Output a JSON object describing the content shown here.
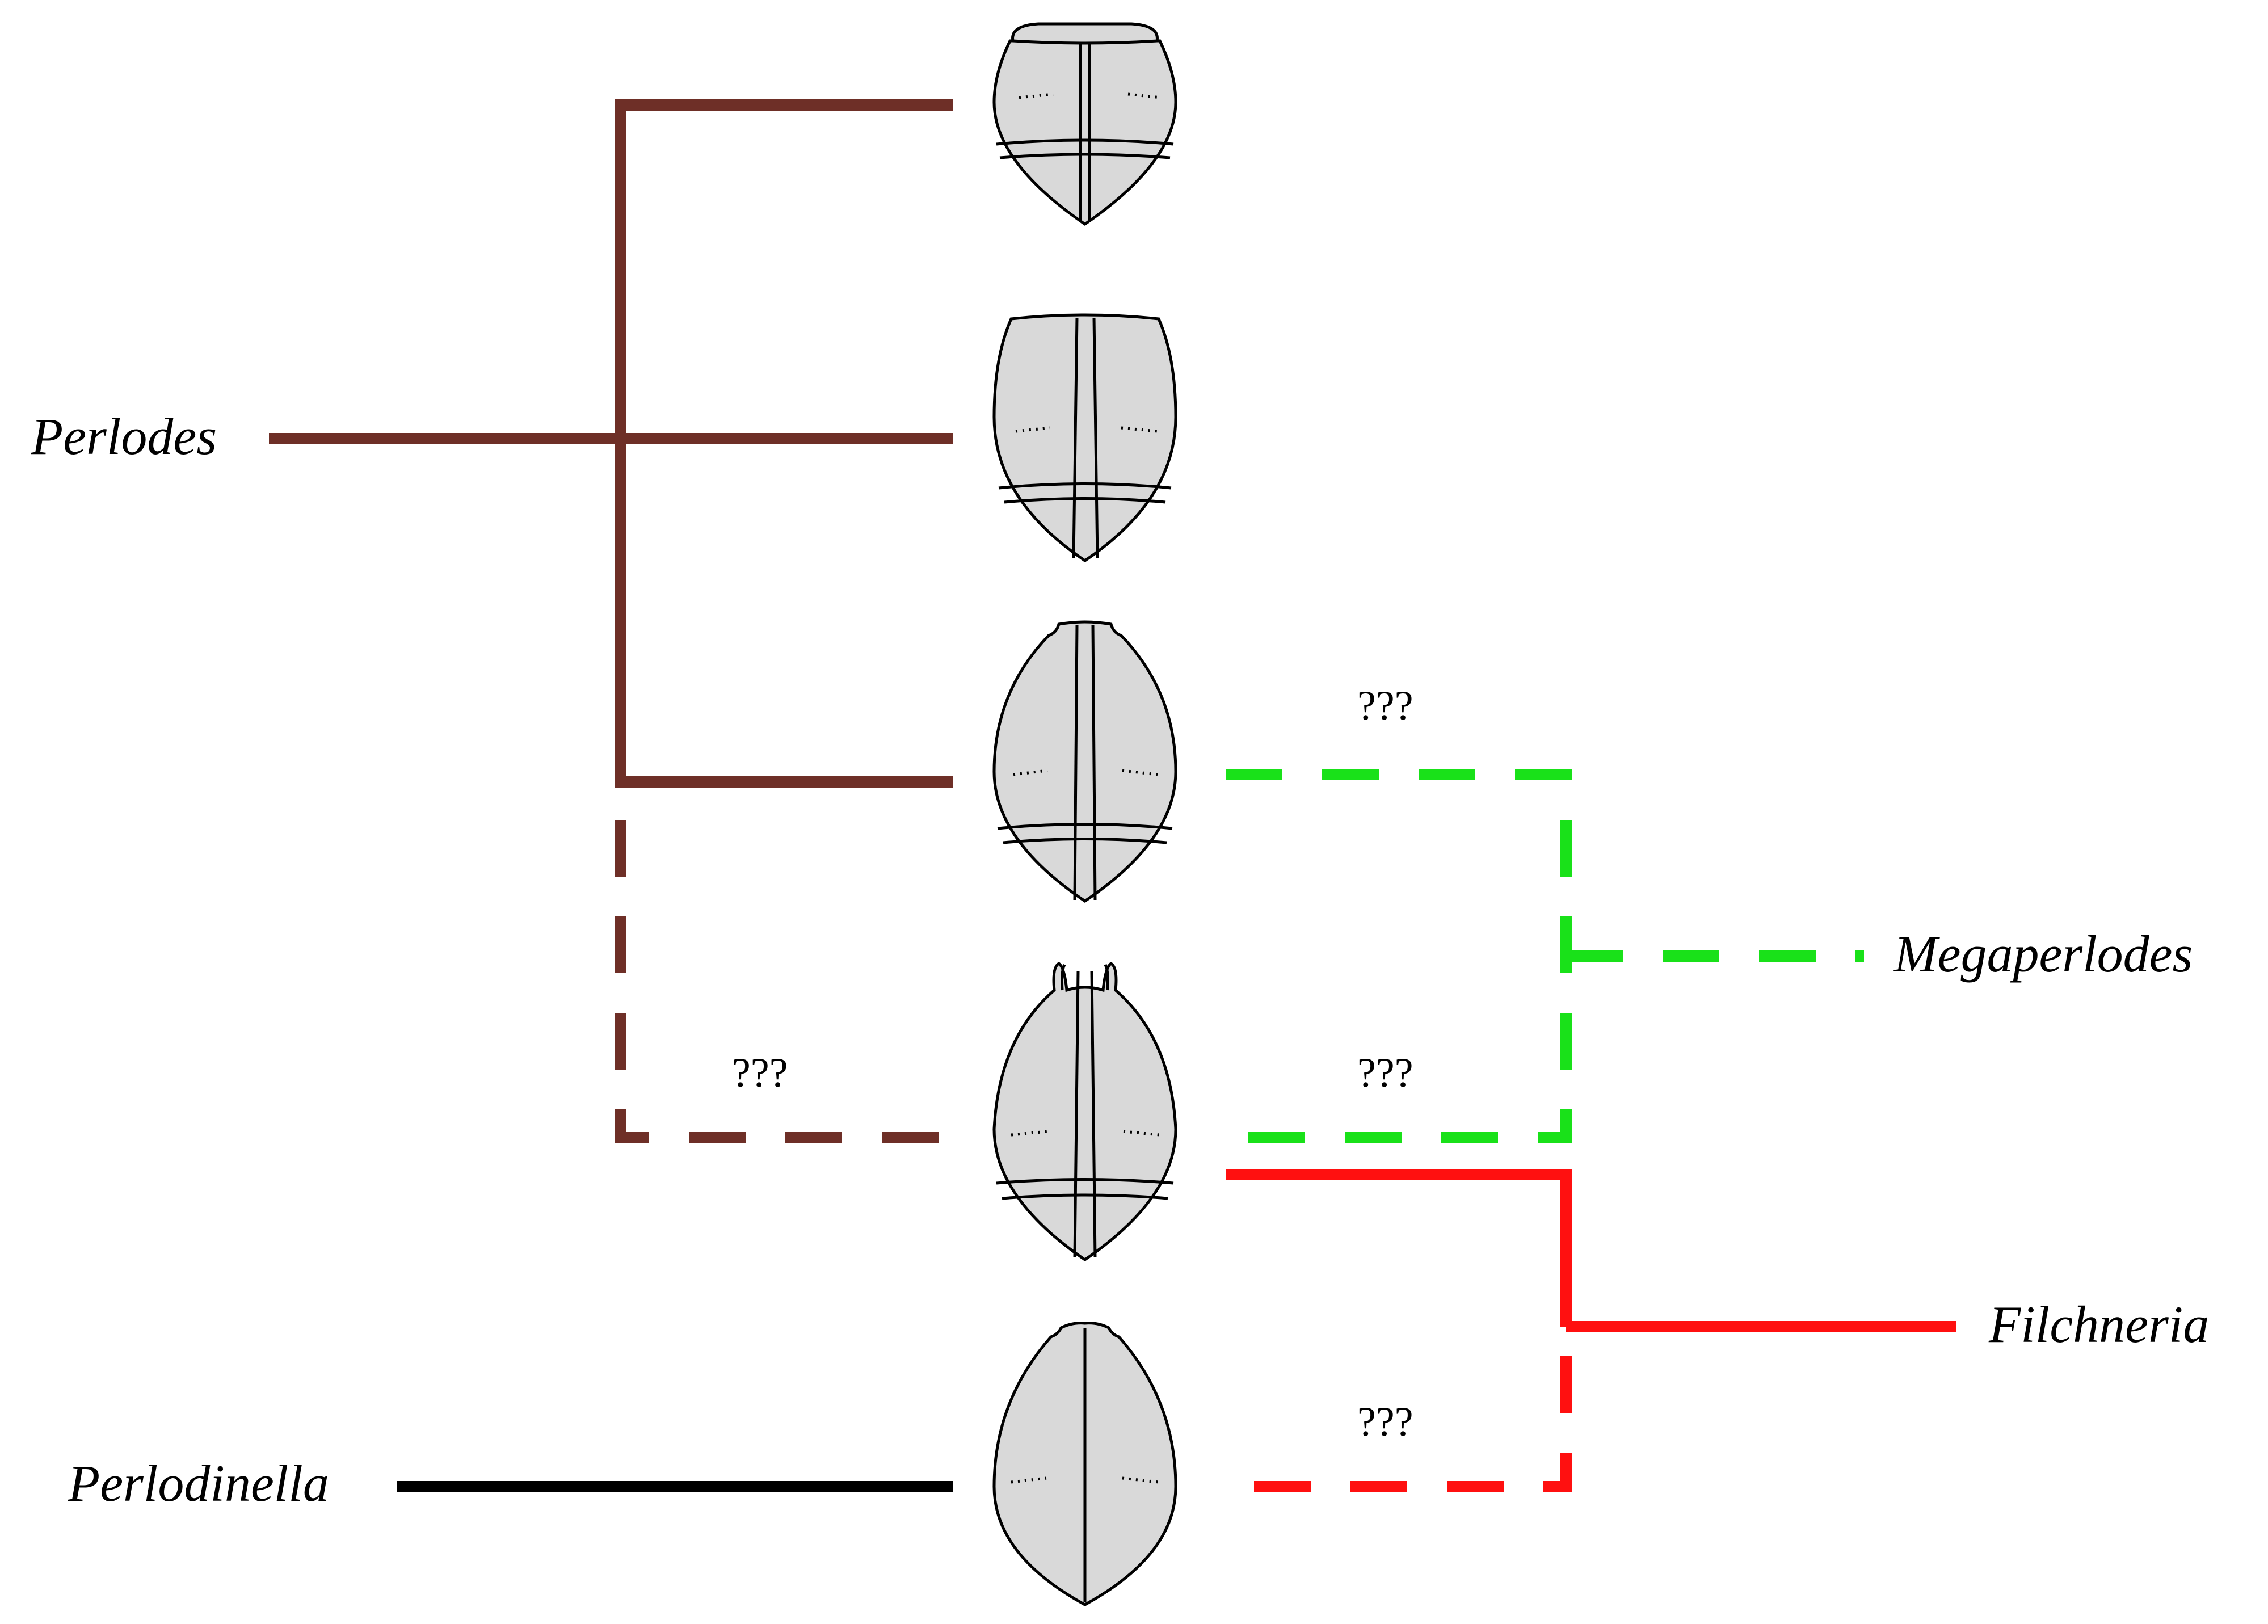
{
  "labels": {
    "perlodes": "Perlodes",
    "megaperlodes": "Megaperlodes",
    "filchneria": "Filchneria",
    "perlodinella": "Perlodinella"
  },
  "uncertainty": {
    "perlodes_to_egg4": "???",
    "megaperlodes_to_egg3": "???",
    "megaperlodes_to_egg4": "???",
    "filchneria_to_egg5": "???"
  },
  "colors": {
    "perlodes": "#6e2f27",
    "megaperlodes": "#19e119",
    "filchneria": "#ff1010",
    "perlodinella": "#000000",
    "egg_fill": "#d9d9d9"
  },
  "line_styles": {
    "perlodes_to_egg4": "dashed",
    "megaperlodes_to_egg3": "dashed",
    "megaperlodes_to_egg4": "dashed",
    "filchneria_to_egg4": "solid",
    "filchneria_to_egg5": "dashed",
    "perlodinella_to_egg5": "solid"
  },
  "eggs": [
    {
      "id": "egg-1",
      "icon": "egg-with-collar-icon"
    },
    {
      "id": "egg-2",
      "icon": "egg-truncate-icon"
    },
    {
      "id": "egg-3",
      "icon": "egg-notched-icon"
    },
    {
      "id": "egg-4",
      "icon": "egg-horned-icon"
    },
    {
      "id": "egg-5",
      "icon": "egg-single-ridge-icon"
    }
  ]
}
